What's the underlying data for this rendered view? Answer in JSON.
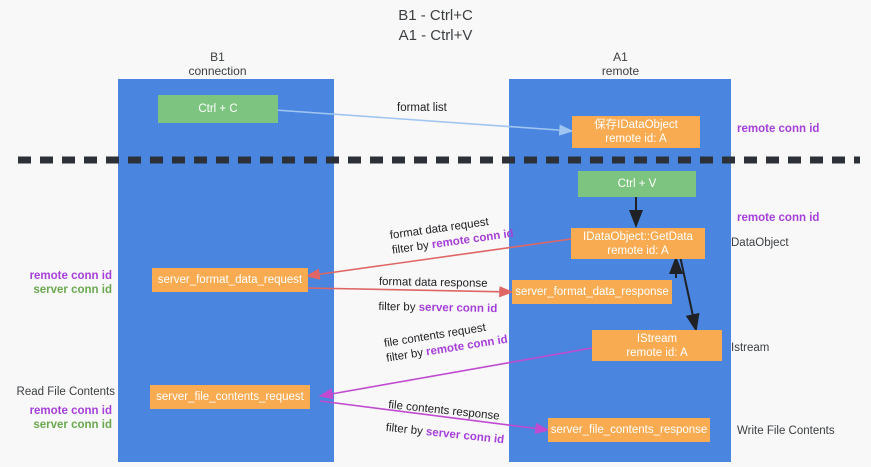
{
  "diagram": {
    "title": "B1 - Ctrl+C\nA1 - Ctrl+V",
    "colors": {
      "lane": "#4a86e0",
      "node_green": "#7cc47f",
      "node_orange": "#f9ab52",
      "arrow_blue": "#9fc5f0",
      "arrow_red": "#e06666",
      "arrow_magenta": "#c04ad0",
      "arrow_black": "#202124",
      "accent_purple": "#a63fd9",
      "accent_green": "#6aa84f",
      "background": "#f8f8f8"
    },
    "columns": [
      {
        "id": "left",
        "title": "B1\nconnection"
      },
      {
        "id": "right",
        "title": "A1\nremote"
      }
    ],
    "nodes": [
      {
        "id": "ctrl-c",
        "label": "Ctrl + C",
        "style": "green"
      },
      {
        "id": "save-idataobject",
        "label": "保存IDataObject\nremote id: A",
        "style": "orange"
      },
      {
        "id": "ctrl-v",
        "label": "Ctrl + V",
        "style": "green"
      },
      {
        "id": "idataobject-getdata",
        "label": "IDataObject::GetData\nremote id: A",
        "style": "orange"
      },
      {
        "id": "server-format-data-request",
        "label": "server_format_data_request",
        "style": "orange"
      },
      {
        "id": "server-format-data-response",
        "label": "server_format_data_response",
        "style": "orange"
      },
      {
        "id": "istream",
        "label": "IStream\nremote id: A",
        "style": "orange"
      },
      {
        "id": "server-file-contents-request",
        "label": "server_file_contents_request",
        "style": "orange"
      },
      {
        "id": "server-file-contents-response",
        "label": "server_file_contents_response",
        "style": "orange"
      }
    ],
    "edge_labels": {
      "format_list": "format list",
      "format_data_request": "format data request",
      "format_data_response": "format data response",
      "file_contents_request": "file contents request",
      "file_contents_response": "file contents response",
      "filter_by": "filter by ",
      "remote_conn_id": "remote conn id",
      "server_conn_id": "server conn id"
    },
    "annotations": {
      "right_top_remote_conn_id": "remote conn id",
      "right_mid_remote_conn_id": "remote conn id",
      "dataobject": "DataObject",
      "istream": "Istream",
      "write_file_contents": "Write File Contents",
      "left_mid_remote_conn_id": "remote conn id",
      "left_mid_server_conn_id": "server conn id",
      "read_file_contents": "Read File Contents",
      "left_bot_remote_conn_id": "remote conn id",
      "left_bot_server_conn_id": "server conn id"
    }
  }
}
